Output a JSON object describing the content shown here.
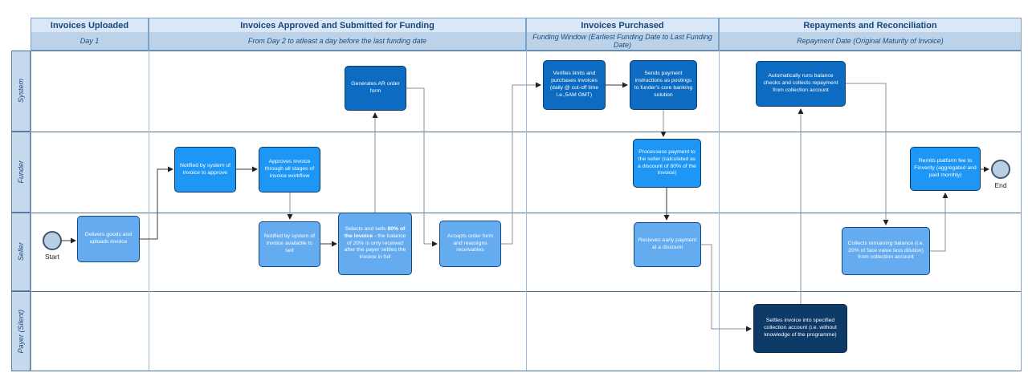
{
  "diagram": {
    "columns": [
      {
        "title": "Invoices Uploaded",
        "subtitle": "Day 1"
      },
      {
        "title": "Invoices Approved and Submitted for Funding",
        "subtitle": "From Day 2 to atleast a day before the last funding date"
      },
      {
        "title": "Invoices Purchased",
        "subtitle": "Funding Window (Earliest Funding Date to Last Funding Date)"
      },
      {
        "title": "Repayments and Reconciliation",
        "subtitle": "Repayment Date (Original Maturity of Invoice)"
      }
    ],
    "lanes": [
      {
        "label": "System"
      },
      {
        "label": "Funder"
      },
      {
        "label": "Seller"
      },
      {
        "label": "Payer (Silent)"
      }
    ],
    "events": {
      "start_label": "Start",
      "end_label": "End"
    },
    "nodes": {
      "generates_ar": "Generates AR order form",
      "verifies_limits": "Verifies limits and purchases invoices (daily @ cut-off time i.e.,5AM GMT)",
      "sends_payment": "Sends payment instructions as postings to funder's core banking solution",
      "runs_balance_checks": "Automatically runs balance checks and collects repayment from collection account",
      "notified_to_approve": "Notified by system of invoice to approve",
      "approves_invoice": "Approves invoice through all stages of invoice workflow",
      "processes_payment": "Processess payment to the seller (calculated as a discount of 80% of the invoice)",
      "remits_platform_fee": "Remits platform fee to Finverity (aggregated and paid monthly)",
      "delivers_goods": "Delivers goods and uploads invoice",
      "notified_available": "Notified by system of invoice available to sell",
      "selects_sells": {
        "pre": "Selects and sells ",
        "bold": "80% of the invoice",
        "post": " - the balance of 20% is only received after the payer settles the invoice in full"
      },
      "accepts_order": "Accepts order form and reassigns receivables",
      "receives_early_payment": "Recieves early payment at a discount",
      "collects_remaining": "Collects remaining balance (i.e. 20% of face value less dilution) from collection account",
      "settles_invoice": "Settles invoice into specified collection account (i.e. without knowledge of the programme)"
    },
    "colors": {
      "system_box": "#0d6cc1",
      "funder_box": "#1e96f5",
      "seller_box": "#64abf0",
      "payer_box": "#0d3a67",
      "header_bg": "#d9e7f6",
      "subtitle_bg": "#bcd2e9",
      "lane_label_bg": "#c6daee",
      "header_text": "#17477e",
      "event_fill": "#b9cfe4"
    }
  }
}
